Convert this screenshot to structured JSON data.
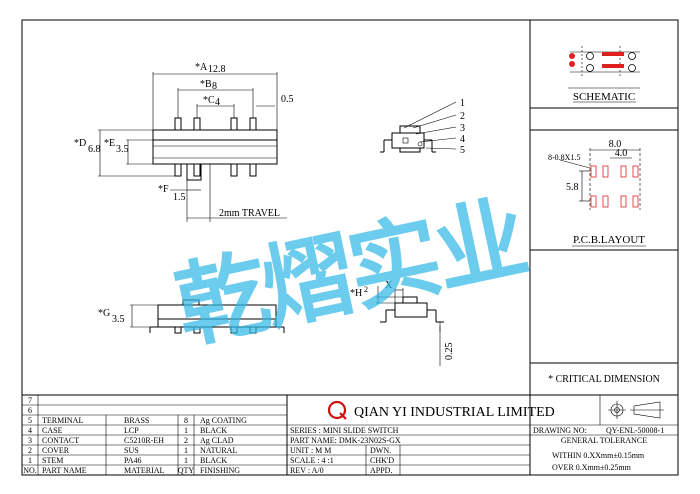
{
  "watermark": "乾熠实业",
  "dims": {
    "a_label": "*A",
    "a_val": "12.8",
    "b_label": "*B",
    "b_val": "8",
    "c_label": "*C",
    "c_val": "4",
    "tab_val": "0.5",
    "d_label": "*D",
    "d_val": "6.8",
    "e_label": "*E",
    "e_val": "3.5",
    "f_label": "*F",
    "f_val": "1.5",
    "travel": "2mm TRAVEL",
    "g_label": "*G",
    "g_val": "3.5",
    "h_label": "*H",
    "h_val": "2",
    "x_label": "X",
    "lead_val": "0.25"
  },
  "callouts": [
    "1",
    "2",
    "3",
    "4",
    "5"
  ],
  "schematic": {
    "title": "SCHEMATIC"
  },
  "pcb": {
    "title": "P.C.B.LAYOUT",
    "dim_top": "8.0",
    "dim_mid": "4.0",
    "dim_pad": "8-0.8X1.5",
    "dim_side": "5.8"
  },
  "critical_note": "* CRITICAL DIMENSION",
  "bom": {
    "rows": [
      {
        "no": "6",
        "part": "",
        "mat": "",
        "qty": "",
        "fin": ""
      },
      {
        "no": "5",
        "part": "TERMINAL",
        "mat": "BRASS",
        "qty": "8",
        "fin": "Ag COATING"
      },
      {
        "no": "4",
        "part": "CASE",
        "mat": "LCP",
        "qty": "1",
        "fin": "BLACK"
      },
      {
        "no": "3",
        "part": "CONTACT",
        "mat": "C5210R-EH",
        "qty": "2",
        "fin": "Ag CLAD"
      },
      {
        "no": "2",
        "part": "COVER",
        "mat": "SUS",
        "qty": "1",
        "fin": "NATURAL"
      },
      {
        "no": "1",
        "part": "STEM",
        "mat": "PA46",
        "qty": "1",
        "fin": "BLACK"
      }
    ],
    "header": {
      "no": "NO.",
      "part": "PART NAME",
      "mat": "MATERIAL",
      "qty": "QTY",
      "fin": "FINISHING"
    },
    "top_no": "7"
  },
  "title_block": {
    "company": "QIAN YI INDUSTRIAL LIMITED",
    "logo_letter": "Q",
    "series": "SERIES : MINI SLIDE SWITCH",
    "part_name": "PART NAME: DMK-23N02S-GX",
    "unit": "UNIT : M M",
    "dwn": "DWN.",
    "scale": "SCALE : 4 :1",
    "chkd": "CHK'D",
    "rev": "REV  : A/0",
    "appd": "APPD.",
    "drawing_no_label": "DRAWING NO:",
    "drawing_no": "QY-ENL-50008-1",
    "tol_title": "GENERAL TOLERANCE",
    "tol1": "WITHIN 0.XXmm±0.15mm",
    "tol2": "OVER   0.Xmm±0.25mm"
  }
}
